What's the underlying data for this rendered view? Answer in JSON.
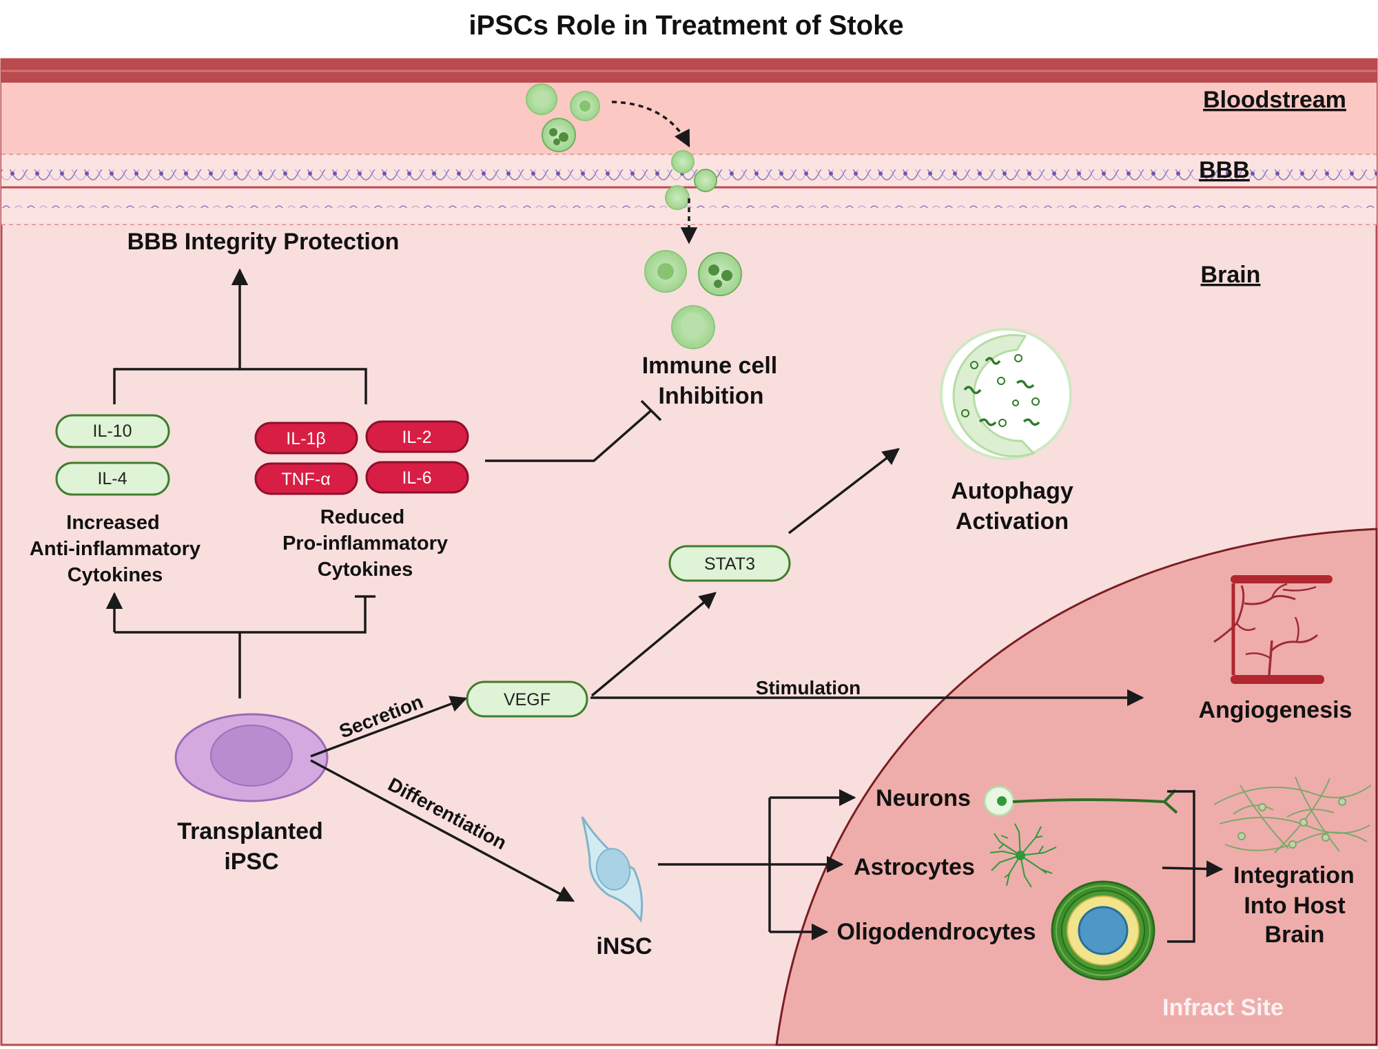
{
  "title": "iPSCs Role in Treatment of Stoke",
  "zones": {
    "bloodstream": "Bloodstream",
    "bbb": "BBB",
    "brain": "Brain",
    "infract_site": "Infract Site"
  },
  "nodes": {
    "bbb_protection": "BBB Integrity Protection",
    "immune_line1": "Immune cell",
    "immune_line2": "Inhibition",
    "autophagy_line1": "Autophagy",
    "autophagy_line2": "Activation",
    "angiogenesis": "Angiogenesis",
    "increased_line1": "Increased",
    "increased_line2": "Anti-inflammatory",
    "increased_line3": "Cytokines",
    "reduced_line1": "Reduced",
    "reduced_line2": "Pro-inflammatory",
    "reduced_line3": "Cytokines",
    "ipsc_line1": "Transplanted",
    "ipsc_line2": "iPSC",
    "insc": "iNSC",
    "neurons": "Neurons",
    "astrocytes": "Astrocytes",
    "oligodendrocytes": "Oligodendrocytes",
    "integration_line1": "Integration",
    "integration_line2": "Into Host",
    "integration_line3": "Brain"
  },
  "pills": {
    "il10": "IL-10",
    "il4": "IL-4",
    "il1b": "IL-1β",
    "il2": "IL-2",
    "tnfa": "TNF-α",
    "il6": "IL-6",
    "vegf": "VEGF",
    "stat3": "STAT3"
  },
  "edges": {
    "secretion": "Secretion",
    "differentiation": "Differentiation",
    "stimulation": "Stimulation"
  },
  "colors": {
    "bloodstream": "#fbc8c4",
    "vessel_wall": "#b94a4e",
    "brain": "#f8dedd",
    "infract": "#eeadab",
    "anti_pill": "#dff3d6",
    "pro_pill": "#d81e45",
    "ipsc": "#d4a9e0",
    "immune_cell": "#a9d89a"
  },
  "icons": {
    "immune_cells": "immune-cell-icon",
    "autophagosome": "autophagosome-icon",
    "blood_vessel": "blood-vessel-icon",
    "neuron": "neuron-icon",
    "astrocyte": "astrocyte-icon",
    "oligodendrocyte": "oligodendrocyte-icon",
    "neural_network": "neural-network-icon",
    "stem_cell": "stem-cell-icon",
    "neural_stem_cell": "neural-stem-cell-icon"
  }
}
